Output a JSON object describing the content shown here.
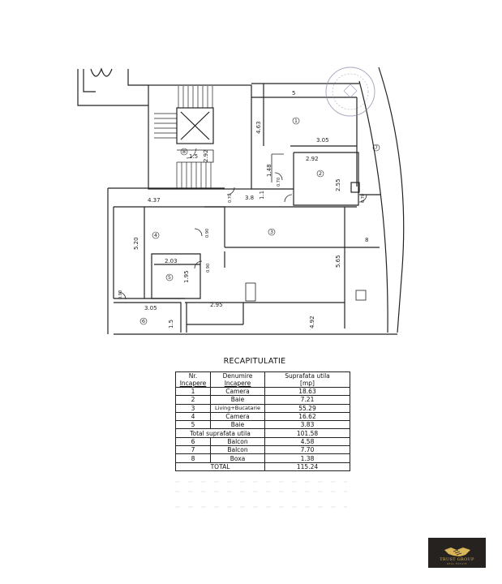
{
  "plan": {
    "room_numbers": [
      "1",
      "2",
      "3",
      "4",
      "5",
      "6",
      "7",
      "8"
    ],
    "dimensions": {
      "r1_top": "5",
      "r1_height": "4.63",
      "r1_width": "3.05",
      "r2_width": "2.92",
      "r2_height": "2.55",
      "hall_148": "1.48",
      "hall_38": "3.8",
      "hall_11": "1.1",
      "stair_292": "2.92",
      "stair_15": "1.5",
      "r4_width": "4.37",
      "r4_height": "5.20",
      "r5_width": "2.03",
      "r5_height": "1.95",
      "b6_width": "3.05",
      "b6_height": "1.5",
      "living_295": "2.95",
      "living_8": "8",
      "living_565": "5.65",
      "living_492": "4.92",
      "door_1": "0.70",
      "door_2": "0.70",
      "door_3": "0.70",
      "door_4": "0.90",
      "door_5": "0.90",
      "door_6": "0.90"
    }
  },
  "recap": {
    "title": "RECAPITULATIE",
    "headers": {
      "nr_line1": "Nr.",
      "nr_line2": "Incapere",
      "name_line1": "Denumire",
      "name_line2": "Incapere",
      "area_line1": "Suprafata utila",
      "area_line2": "[mp]"
    },
    "rows": [
      {
        "nr": "1",
        "name": "Camera",
        "area": "18.63"
      },
      {
        "nr": "2",
        "name": "Baie",
        "area": "7.21"
      },
      {
        "nr": "3",
        "name": "Living+Bucatarie",
        "area": "55.29"
      },
      {
        "nr": "4",
        "name": "Camera",
        "area": "16.62"
      },
      {
        "nr": "5",
        "name": "Baie",
        "area": "3.83"
      }
    ],
    "subtotal": {
      "label": "Total suprafata utila",
      "area": "101.58"
    },
    "rows2": [
      {
        "nr": "6",
        "name": "Balcon",
        "area": "4.58"
      },
      {
        "nr": "7",
        "name": "Balcon",
        "area": "7.70"
      },
      {
        "nr": "8",
        "name": "Boxa",
        "area": "1.38"
      }
    ],
    "total": {
      "label": "TOTAL",
      "area": "115.24"
    }
  },
  "logo": {
    "name": "TRUST GROUP",
    "sub": "REAL ESTATE"
  }
}
